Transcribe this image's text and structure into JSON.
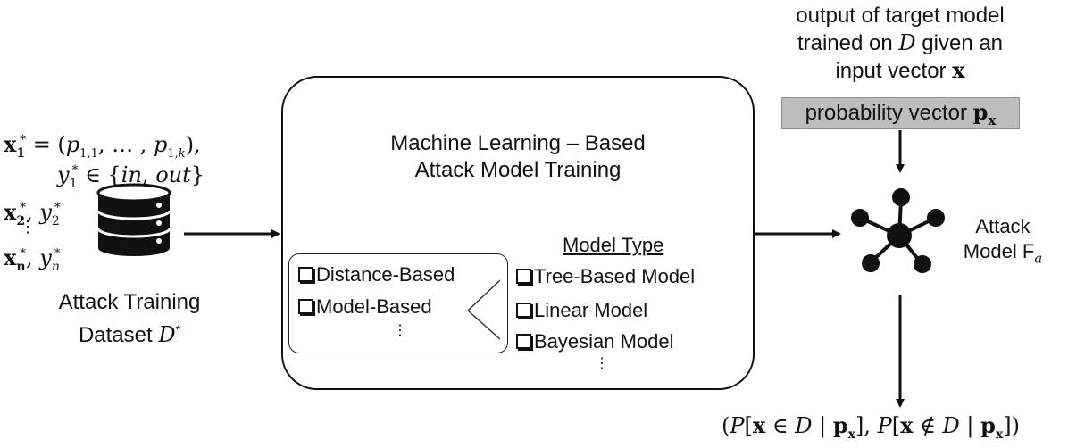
{
  "target_output": {
    "line1": "output of target model",
    "line2": "trained on D given an",
    "line3": "input vector x",
    "probability_vector": "probability vector p",
    "probability_vector_sub": "x"
  },
  "dataset": {
    "eq1_lhs": "x",
    "eq1_rhs": "= (p",
    "eq1_tail": ", … , p",
    "eq1_close": "),",
    "eq2": "y",
    "eq2_tail": "∈ {in, out}",
    "eq3": "x",
    "eq3_tail": ", y",
    "vdots": "⋮",
    "eq4": "x",
    "eq4_tail": ", y",
    "label_line1": "Attack Training",
    "label_line2": "Dataset D"
  },
  "training_box": {
    "title_line1": "Machine Learning – Based",
    "title_line2": "Attack Model Training",
    "left_options": [
      "Distance-Based",
      "Model-Based"
    ],
    "left_more": "⋮",
    "model_type_header": "Model Type",
    "model_types": [
      "Tree-Based Model",
      "Linear Model",
      "Bayesian Model"
    ],
    "model_more": "⋮"
  },
  "attack_model": {
    "line1": "Attack",
    "line2": "Model F",
    "sub": "a"
  },
  "result": {
    "text": "(P[x ∈ D | p",
    "text_mid": "], P[x ∉ D | p",
    "text_end": "])",
    "sub": "x"
  },
  "colors": {
    "stroke": "#111111",
    "probability_bar": "#bdbdbd"
  },
  "icons": {
    "database": "database-icon",
    "network": "network-node-icon"
  }
}
